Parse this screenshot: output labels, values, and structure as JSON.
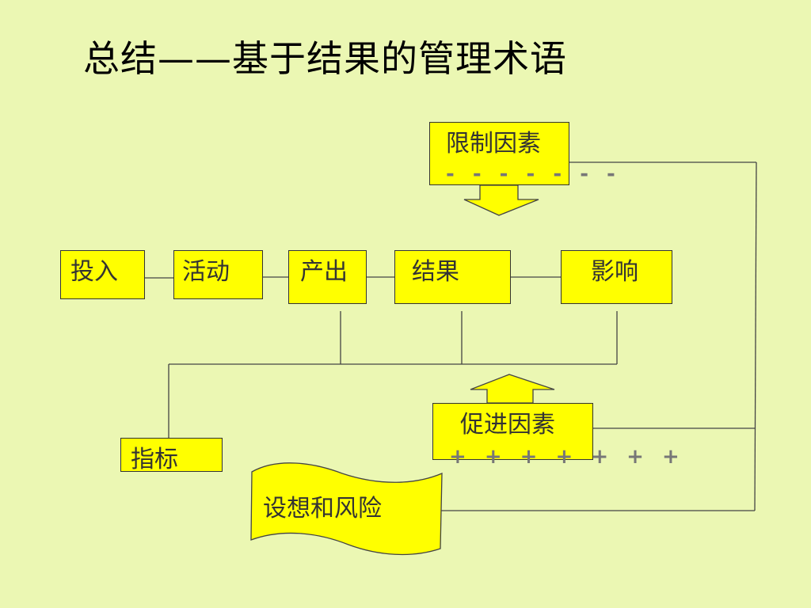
{
  "title": "总结——基于结果的管理术语",
  "chain": {
    "input": "投入",
    "activity": "活动",
    "output": "产出",
    "outcome": "结果",
    "impact": "影响"
  },
  "constraints": {
    "label": "限制因素",
    "marks": "- - - - - - -"
  },
  "promoting": {
    "label": "促进因素",
    "marks": "+ + + + + + +"
  },
  "indicator": "指标",
  "assumptions": "设想和风险",
  "colors": {
    "background": "#EBF7B3",
    "box_fill": "#FFFF00",
    "line": "#444444"
  }
}
